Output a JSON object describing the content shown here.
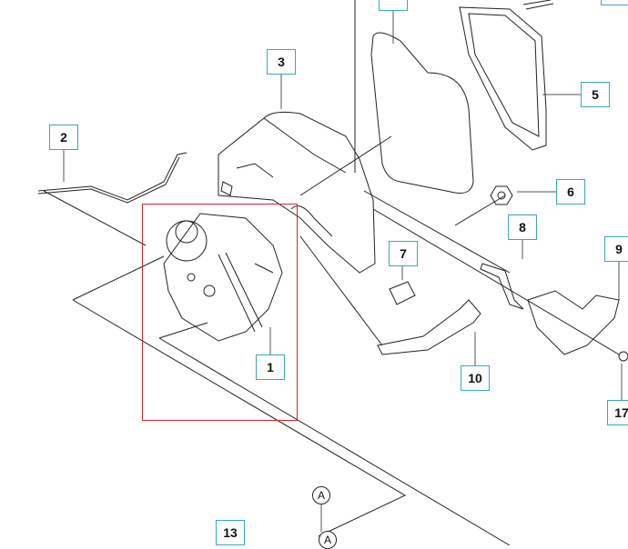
{
  "diagram": {
    "part_labels": [
      {
        "id": "top-partial-a",
        "text": ""
      },
      {
        "id": "top-partial-b",
        "text": ""
      },
      {
        "id": "p2",
        "text": "2"
      },
      {
        "id": "p3",
        "text": "3"
      },
      {
        "id": "p5",
        "text": "5"
      },
      {
        "id": "p6",
        "text": "6"
      },
      {
        "id": "p7",
        "text": "7"
      },
      {
        "id": "p8",
        "text": "8"
      },
      {
        "id": "p9",
        "text": "9"
      },
      {
        "id": "p1",
        "text": "1"
      },
      {
        "id": "p10",
        "text": "10"
      },
      {
        "id": "p17",
        "text": "17"
      },
      {
        "id": "p13",
        "text": "13"
      }
    ],
    "callouts": [
      "A",
      "A"
    ],
    "colors": {
      "label_border": "#3ca7b8",
      "selection": "#d9252c",
      "line": "#222222"
    }
  }
}
